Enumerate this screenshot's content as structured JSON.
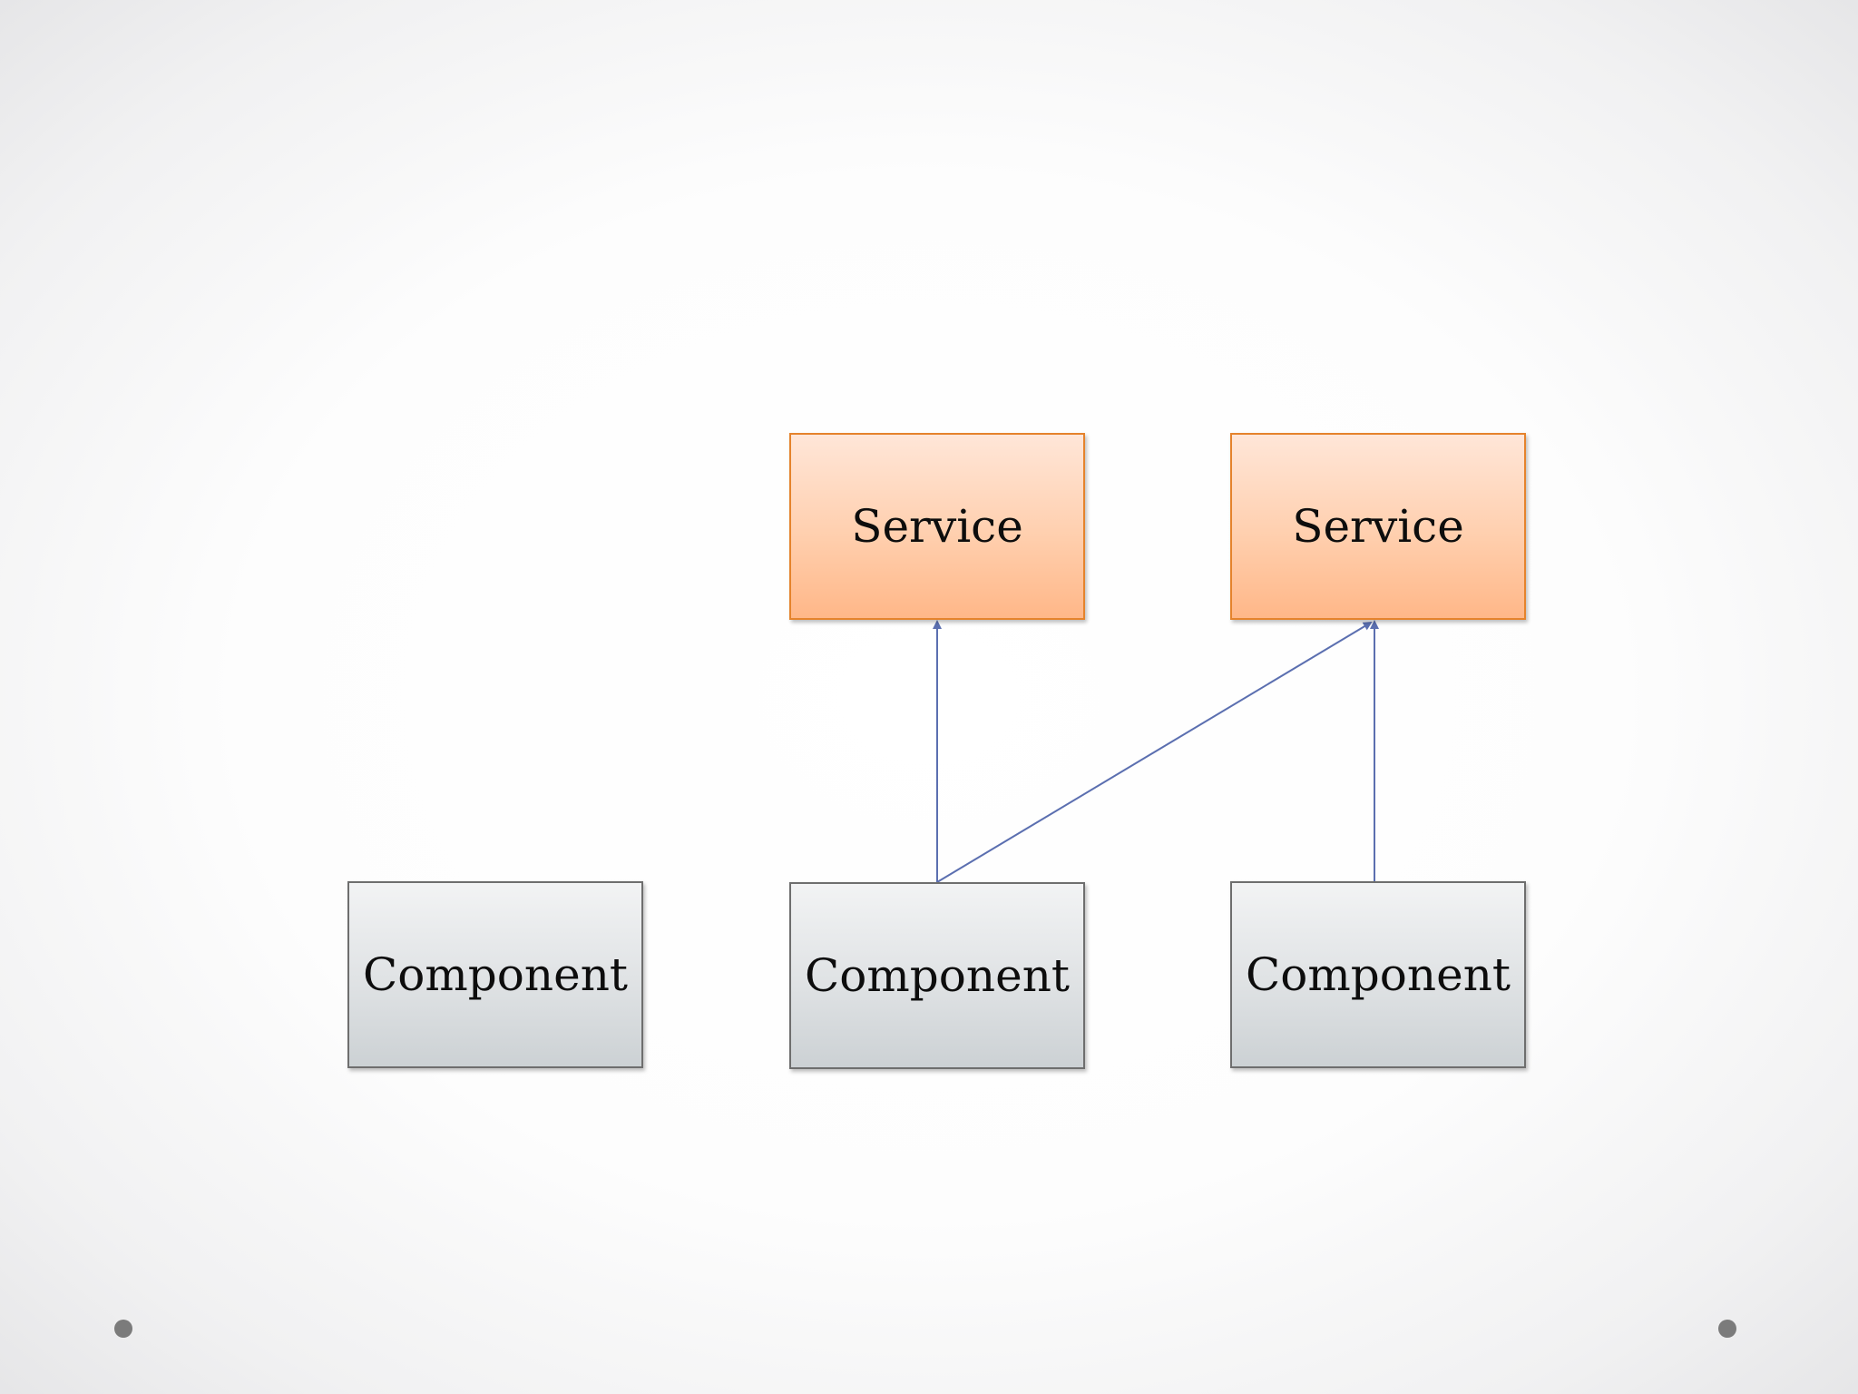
{
  "diagram": {
    "nodes": {
      "service_left": {
        "label": "Service"
      },
      "service_right": {
        "label": "Service"
      },
      "component_left": {
        "label": "Component"
      },
      "component_center": {
        "label": "Component"
      },
      "component_right": {
        "label": "Component"
      }
    },
    "edges": [
      {
        "from": "component_center",
        "to": "service_left"
      },
      {
        "from": "component_center",
        "to": "service_right"
      },
      {
        "from": "component_right",
        "to": "service_right"
      }
    ],
    "colors": {
      "service_fill": "#ffc9a3",
      "service_border": "#e5832c",
      "component_fill": "#dadddf",
      "component_border": "#6e6e6e",
      "connector": "#5b6fb0",
      "bullet": "#7b7b7b"
    }
  }
}
